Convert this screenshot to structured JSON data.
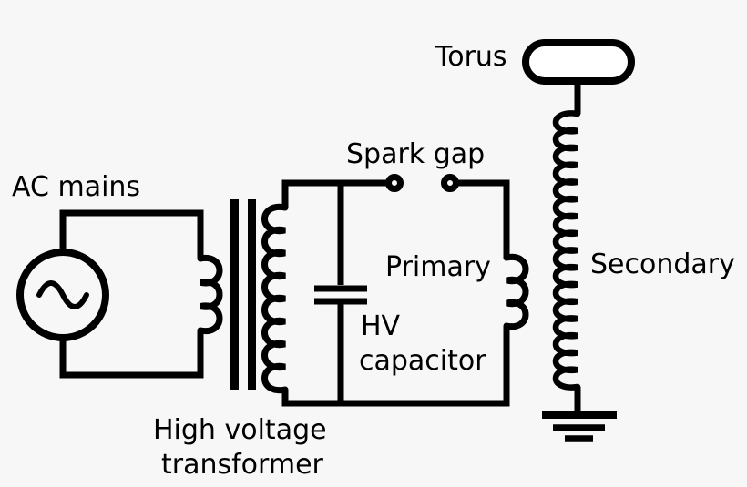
{
  "diagram": {
    "description": "Tesla coil circuit schematic",
    "background_color": "#f7f7f7",
    "line_color": "#000000",
    "torus_fill_color": "#ffffff",
    "labels": {
      "ac_mains": "AC mains",
      "transformer_line1": "High voltage",
      "transformer_line2": "transformer",
      "spark_gap": "Spark gap",
      "primary": "Primary",
      "hv_capacitor_line1": "HV",
      "hv_capacitor_line2": "capacitor",
      "torus": "Torus",
      "secondary": "Secondary"
    }
  }
}
